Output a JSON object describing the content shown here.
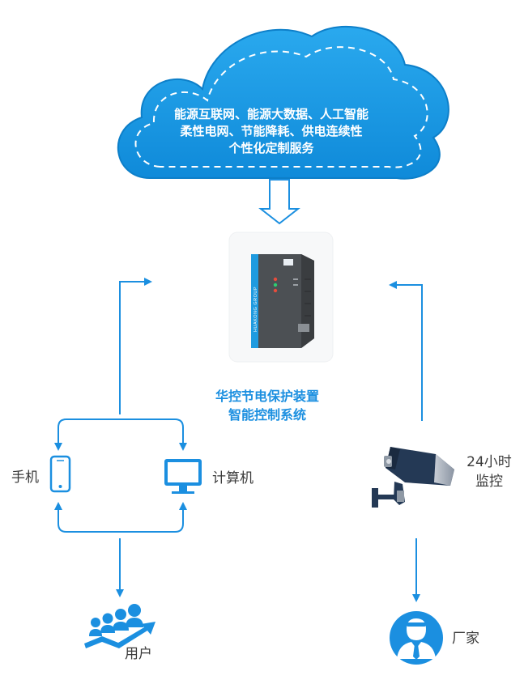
{
  "cloud": {
    "lines": [
      "能源互联网、能源大数据、人工智能",
      "柔性电网、节能降耗、供电连续性",
      "个性化定制服务"
    ]
  },
  "device": {
    "brand_text": "HUAKONG GROUP",
    "title_lines": [
      "华控节电保护装置",
      "智能控制系统"
    ]
  },
  "nodes": {
    "phone": "手机",
    "computer": "计算机",
    "monitor_line1": "24小时",
    "monitor_line2": "监控",
    "users": "用户",
    "manufacturer": "厂家"
  },
  "colors": {
    "accent": "#1b8fe0",
    "cloud": "#169ae6",
    "device": "#55595e",
    "camera": "#243955"
  }
}
